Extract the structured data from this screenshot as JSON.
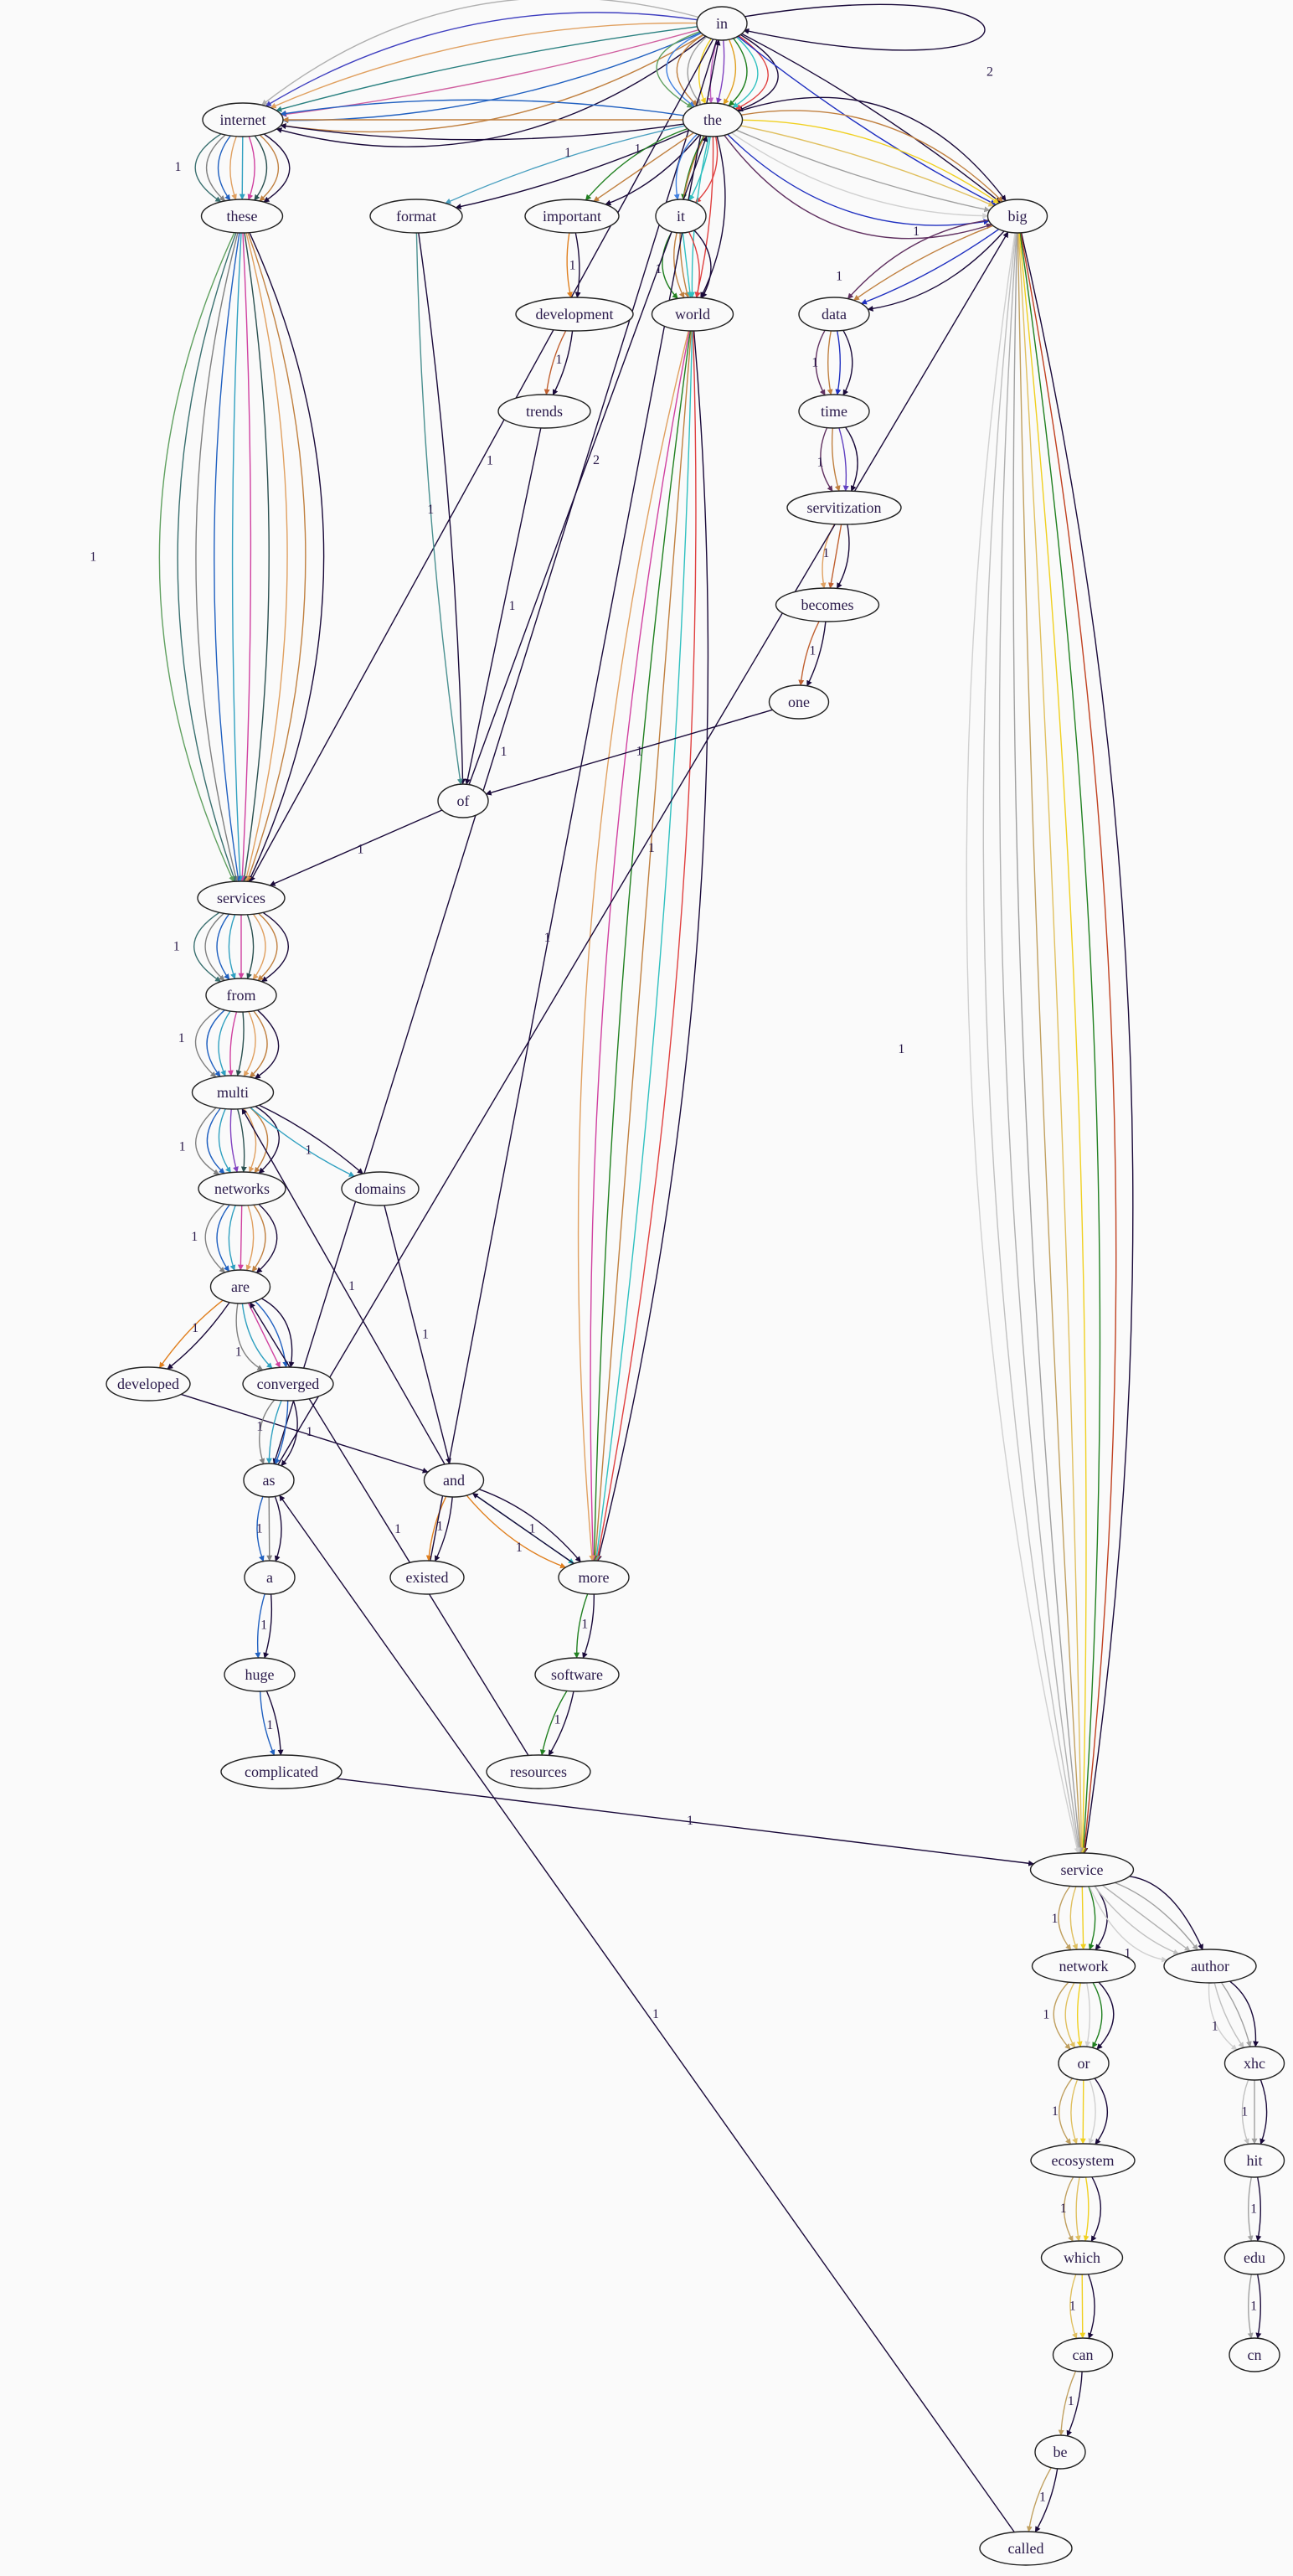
{
  "graph": {
    "nodes": [
      {
        "id": "in",
        "label": "in"
      },
      {
        "id": "internet",
        "label": "internet"
      },
      {
        "id": "the",
        "label": "the"
      },
      {
        "id": "these",
        "label": "these"
      },
      {
        "id": "format",
        "label": "format"
      },
      {
        "id": "important",
        "label": "important"
      },
      {
        "id": "it",
        "label": "it"
      },
      {
        "id": "big",
        "label": "big"
      },
      {
        "id": "development",
        "label": "development"
      },
      {
        "id": "world",
        "label": "world"
      },
      {
        "id": "data",
        "label": "data"
      },
      {
        "id": "trends",
        "label": "trends"
      },
      {
        "id": "time",
        "label": "time"
      },
      {
        "id": "servitization",
        "label": "servitization"
      },
      {
        "id": "becomes",
        "label": "becomes"
      },
      {
        "id": "one",
        "label": "one"
      },
      {
        "id": "of",
        "label": "of"
      },
      {
        "id": "services",
        "label": "services"
      },
      {
        "id": "from",
        "label": "from"
      },
      {
        "id": "multi",
        "label": "multi"
      },
      {
        "id": "networks",
        "label": "networks"
      },
      {
        "id": "domains",
        "label": "domains"
      },
      {
        "id": "are",
        "label": "are"
      },
      {
        "id": "developed",
        "label": "developed"
      },
      {
        "id": "converged",
        "label": "converged"
      },
      {
        "id": "as",
        "label": "as"
      },
      {
        "id": "and",
        "label": "and"
      },
      {
        "id": "a",
        "label": "a"
      },
      {
        "id": "existed",
        "label": "existed"
      },
      {
        "id": "more",
        "label": "more"
      },
      {
        "id": "huge",
        "label": "huge"
      },
      {
        "id": "software",
        "label": "software"
      },
      {
        "id": "complicated",
        "label": "complicated"
      },
      {
        "id": "resources",
        "label": "resources"
      },
      {
        "id": "service",
        "label": "service"
      },
      {
        "id": "network",
        "label": "network"
      },
      {
        "id": "author",
        "label": "author"
      },
      {
        "id": "or",
        "label": "or"
      },
      {
        "id": "xhc",
        "label": "xhc"
      },
      {
        "id": "ecosystem",
        "label": "ecosystem"
      },
      {
        "id": "hit",
        "label": "hit"
      },
      {
        "id": "which",
        "label": "which"
      },
      {
        "id": "edu",
        "label": "edu"
      },
      {
        "id": "can",
        "label": "can"
      },
      {
        "id": "cn",
        "label": "cn"
      },
      {
        "id": "be",
        "label": "be"
      },
      {
        "id": "called",
        "label": "called"
      }
    ],
    "edges": [
      {
        "from": "in",
        "to": "internet",
        "label": "1",
        "colors": [
          "#1a0a3a",
          "#c08040",
          "#2060c0",
          "#d060a0",
          "#2a8080",
          "#e0a060",
          "#4040c0",
          "#b0b0b0"
        ]
      },
      {
        "from": "in",
        "to": "the",
        "label": "",
        "colors": [
          "#1a0a3a",
          "#e04040",
          "#30c0c0",
          "#208020",
          "#e0a020",
          "#8040c0",
          "#c060c0",
          "#f0d020",
          "#a0a0a0",
          "#c08040",
          "#4080e0",
          "#60a060"
        ]
      },
      {
        "from": "in",
        "to": "in",
        "label": "2",
        "colors": [
          "#1a0a3a"
        ]
      },
      {
        "from": "in",
        "to": "big",
        "label": "",
        "colors": [
          "#1a0a3a",
          "#2030c0"
        ]
      },
      {
        "from": "in",
        "to": "services",
        "label": "1",
        "colors": [
          "#1a0a3a"
        ]
      },
      {
        "from": "in",
        "to": "as",
        "label": "1",
        "colors": [
          "#1a0a3a"
        ]
      },
      {
        "from": "internet",
        "to": "these",
        "label": "1",
        "colors": [
          "#1a0a3a",
          "#c08040",
          "#2a5050",
          "#d040a0",
          "#30a0c0",
          "#e0a060",
          "#2060c0",
          "#808080",
          "#3a7070"
        ]
      },
      {
        "from": "the",
        "to": "internet",
        "label": "",
        "colors": [
          "#1a0a3a",
          "#c08040",
          "#2060c0"
        ]
      },
      {
        "from": "the",
        "to": "format",
        "label": "1",
        "colors": [
          "#1a0a3a",
          "#4aa0c0"
        ]
      },
      {
        "from": "the",
        "to": "important",
        "label": "1",
        "colors": [
          "#1a0a3a",
          "#c08040",
          "#208020"
        ]
      },
      {
        "from": "the",
        "to": "it",
        "label": "",
        "colors": [
          "#e04040",
          "#30c0c0",
          "#208020",
          "#4080e0"
        ]
      },
      {
        "from": "the",
        "to": "world",
        "label": "1",
        "colors": [
          "#1a0a3a",
          "#e04040",
          "#30c0c0",
          "#c08040"
        ]
      },
      {
        "from": "the",
        "to": "big",
        "label": "1",
        "colors": [
          "#1a0a3a",
          "#c08040",
          "#f0d020",
          "#e0c060",
          "#a0a0a0",
          "#d0d0d0",
          "#2030c0",
          "#603060"
        ]
      },
      {
        "from": "these",
        "to": "services",
        "label": "1",
        "colors": [
          "#1a0a3a",
          "#c08040",
          "#e0a060",
          "#2a5050",
          "#d040a0",
          "#30a0c0",
          "#2060c0",
          "#808080",
          "#3a7070",
          "#60a060"
        ]
      },
      {
        "from": "format",
        "to": "of",
        "label": "1",
        "colors": [
          "#1a0a3a",
          "#4a9090"
        ]
      },
      {
        "from": "important",
        "to": "development",
        "label": "1",
        "colors": [
          "#1a0a3a",
          "#e08020"
        ]
      },
      {
        "from": "development",
        "to": "trends",
        "label": "1",
        "colors": [
          "#1a0a3a",
          "#c06030"
        ]
      },
      {
        "from": "trends",
        "to": "of",
        "label": "1",
        "colors": [
          "#1a0a3a"
        ]
      },
      {
        "from": "it",
        "to": "world",
        "label": "1",
        "colors": [
          "#1a0a3a",
          "#e04040",
          "#30c0c0",
          "#c08040",
          "#208020"
        ]
      },
      {
        "from": "world",
        "to": "more",
        "label": "1",
        "colors": [
          "#1a0a3a",
          "#e04040",
          "#30c0c0",
          "#c08040",
          "#208020",
          "#d040a0",
          "#e0a060"
        ]
      },
      {
        "from": "big",
        "to": "data",
        "label": "1",
        "colors": [
          "#1a0a3a",
          "#2030c0",
          "#c08040",
          "#603060"
        ]
      },
      {
        "from": "big",
        "to": "service",
        "label": "1",
        "colors": [
          "#1a0a3a",
          "#c04020",
          "#208020",
          "#f0d020",
          "#e0c060",
          "#c0a060",
          "#a0a0a0",
          "#b0b0b0",
          "#c0c0c0",
          "#d0d0d0"
        ]
      },
      {
        "from": "data",
        "to": "time",
        "label": "1",
        "colors": [
          "#1a0a3a",
          "#2030c0",
          "#c08040",
          "#603060"
        ]
      },
      {
        "from": "time",
        "to": "servitization",
        "label": "1",
        "colors": [
          "#1a0a3a",
          "#6040c0",
          "#c08040",
          "#603060"
        ]
      },
      {
        "from": "servitization",
        "to": "becomes",
        "label": "1",
        "colors": [
          "#1a0a3a",
          "#c06030",
          "#e0a060"
        ]
      },
      {
        "from": "becomes",
        "to": "one",
        "label": "1",
        "colors": [
          "#1a0a3a",
          "#c06030"
        ]
      },
      {
        "from": "one",
        "to": "of",
        "label": "1",
        "colors": [
          "#1a0a3a"
        ]
      },
      {
        "from": "of",
        "to": "services",
        "label": "1",
        "colors": [
          "#1a0a3a"
        ]
      },
      {
        "from": "of",
        "to": "the",
        "label": "2",
        "colors": [
          "#1a0a3a"
        ]
      },
      {
        "from": "services",
        "to": "from",
        "label": "1",
        "colors": [
          "#1a0a3a",
          "#c08040",
          "#e0a060",
          "#2a5050",
          "#d040a0",
          "#30a0c0",
          "#2060c0",
          "#808080",
          "#3a7070"
        ]
      },
      {
        "from": "from",
        "to": "multi",
        "label": "1",
        "colors": [
          "#1a0a3a",
          "#c08040",
          "#e0a060",
          "#2a5050",
          "#d040a0",
          "#30a0c0",
          "#2060c0",
          "#808080"
        ]
      },
      {
        "from": "multi",
        "to": "networks",
        "label": "1",
        "colors": [
          "#1a0a3a",
          "#c08040",
          "#e0a060",
          "#2a5050",
          "#8040c0",
          "#30a0c0",
          "#2060c0",
          "#808080"
        ]
      },
      {
        "from": "multi",
        "to": "domains",
        "label": "1",
        "colors": [
          "#1a0a3a",
          "#30a0c0"
        ]
      },
      {
        "from": "networks",
        "to": "are",
        "label": "1",
        "colors": [
          "#1a0a3a",
          "#c08040",
          "#e0a060",
          "#d040a0",
          "#30a0c0",
          "#2060c0",
          "#808080"
        ]
      },
      {
        "from": "domains",
        "to": "and",
        "label": "1",
        "colors": [
          "#1a0a3a"
        ]
      },
      {
        "from": "are",
        "to": "developed",
        "label": "1",
        "colors": [
          "#1a0a3a",
          "#e08020"
        ]
      },
      {
        "from": "are",
        "to": "converged",
        "label": "1",
        "colors": [
          "#1a0a3a",
          "#2060c0",
          "#d040a0",
          "#30a0c0",
          "#808080"
        ]
      },
      {
        "from": "developed",
        "to": "and",
        "label": "1",
        "colors": [
          "#1a0a3a"
        ]
      },
      {
        "from": "converged",
        "to": "as",
        "label": "1",
        "colors": [
          "#1a0a3a",
          "#2060c0",
          "#30a0c0",
          "#808080"
        ]
      },
      {
        "from": "as",
        "to": "a",
        "label": "1",
        "colors": [
          "#1a0a3a",
          "#808080",
          "#2060c0"
        ]
      },
      {
        "from": "as",
        "to": "big",
        "label": "1",
        "colors": [
          "#1a0a3a"
        ]
      },
      {
        "from": "and",
        "to": "existed",
        "label": "1",
        "colors": [
          "#1a0a3a",
          "#e08020"
        ]
      },
      {
        "from": "and",
        "to": "multi",
        "label": "1",
        "colors": [
          "#1a0a3a"
        ]
      },
      {
        "from": "and",
        "to": "more",
        "label": "1",
        "colors": [
          "#1a0a3a",
          "#30c0c0",
          "#e08020"
        ]
      },
      {
        "from": "more",
        "to": "and",
        "label": "1",
        "colors": [
          "#1a0a3a"
        ]
      },
      {
        "from": "existed",
        "to": "in",
        "label": "",
        "colors": [
          "#1a0a3a"
        ]
      },
      {
        "from": "a",
        "to": "huge",
        "label": "1",
        "colors": [
          "#1a0a3a",
          "#2060c0"
        ]
      },
      {
        "from": "huge",
        "to": "complicated",
        "label": "1",
        "colors": [
          "#1a0a3a",
          "#2060c0"
        ]
      },
      {
        "from": "more",
        "to": "software",
        "label": "1",
        "colors": [
          "#1a0a3a",
          "#208020"
        ]
      },
      {
        "from": "software",
        "to": "resources",
        "label": "1",
        "colors": [
          "#1a0a3a",
          "#208020"
        ]
      },
      {
        "from": "resources",
        "to": "are",
        "label": "1",
        "colors": [
          "#1a0a3a"
        ]
      },
      {
        "from": "complicated",
        "to": "service",
        "label": "1",
        "colors": [
          "#1a0a3a"
        ]
      },
      {
        "from": "service",
        "to": "network",
        "label": "1",
        "colors": [
          "#1a0a3a",
          "#208020",
          "#f0d020",
          "#e0c060",
          "#c0a060"
        ]
      },
      {
        "from": "service",
        "to": "author",
        "label": "1",
        "colors": [
          "#1a0a3a",
          "#a0a0a0",
          "#b0b0b0",
          "#c0c0c0",
          "#d0d0d0"
        ]
      },
      {
        "from": "network",
        "to": "or",
        "label": "1",
        "colors": [
          "#1a0a3a",
          "#208020",
          "#d0d0d0",
          "#f0d020",
          "#e0c060",
          "#c0a060"
        ]
      },
      {
        "from": "author",
        "to": "xhc",
        "label": "1",
        "colors": [
          "#1a0a3a",
          "#a0a0a0",
          "#c0c0c0",
          "#d0d0d0"
        ]
      },
      {
        "from": "or",
        "to": "ecosystem",
        "label": "1",
        "colors": [
          "#1a0a3a",
          "#d0d0d0",
          "#f0d020",
          "#e0c060",
          "#c0a060"
        ]
      },
      {
        "from": "xhc",
        "to": "hit",
        "label": "1",
        "colors": [
          "#1a0a3a",
          "#a0a0a0",
          "#c0c0c0"
        ]
      },
      {
        "from": "ecosystem",
        "to": "which",
        "label": "1",
        "colors": [
          "#1a0a3a",
          "#f0d020",
          "#e0c060",
          "#c0a060"
        ]
      },
      {
        "from": "hit",
        "to": "edu",
        "label": "1",
        "colors": [
          "#1a0a3a",
          "#a0a0a0"
        ]
      },
      {
        "from": "which",
        "to": "can",
        "label": "1",
        "colors": [
          "#1a0a3a",
          "#f0d020",
          "#e0c060"
        ]
      },
      {
        "from": "edu",
        "to": "cn",
        "label": "1",
        "colors": [
          "#1a0a3a",
          "#a0a0a0"
        ]
      },
      {
        "from": "can",
        "to": "be",
        "label": "1",
        "colors": [
          "#1a0a3a",
          "#c0a060"
        ]
      },
      {
        "from": "be",
        "to": "called",
        "label": "1",
        "colors": [
          "#1a0a3a",
          "#c0a060"
        ]
      },
      {
        "from": "called",
        "to": "as",
        "label": "1",
        "colors": [
          "#1a0a3a"
        ]
      }
    ]
  }
}
